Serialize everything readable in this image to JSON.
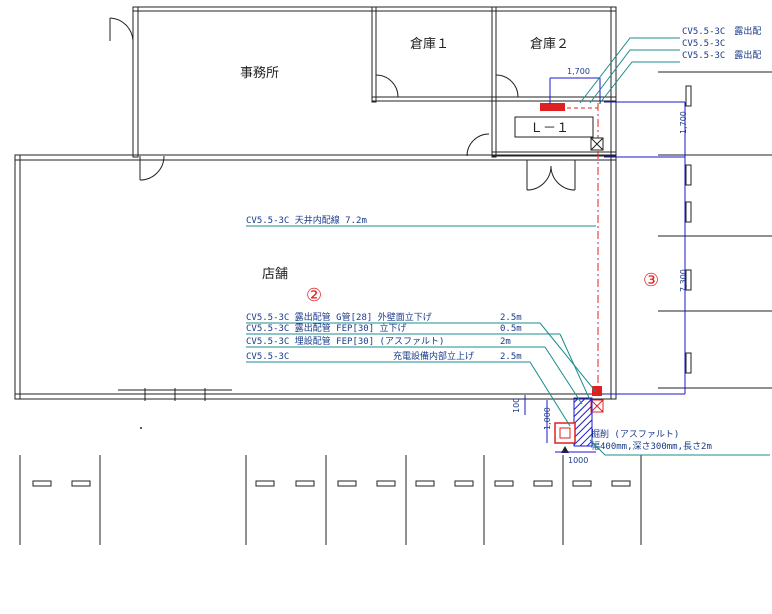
{
  "rooms": {
    "office": "事務所",
    "storage1": "倉庫１",
    "storage2": "倉庫２",
    "shop": "店舗",
    "panel": "Ｌ－１"
  },
  "markers": {
    "two": "②",
    "three": "③"
  },
  "top_legend": [
    "CV5.5-3C　露出配",
    "CV5.5-3C",
    "CV5.5-3C　露出配"
  ],
  "ceiling_run": "CV5.5-3C 天井内配線 7.2m",
  "cable_runs": [
    {
      "label": "CV5.5-3C 露出配管 G管[28] 外壁面立下げ",
      "length": "2.5m"
    },
    {
      "label": "CV5.5-3C 露出配管 FEP[30] 立下げ",
      "length": "0.5m"
    },
    {
      "label": "CV5.5-3C 埋設配管 FEP[30] (アスファルト)",
      "length": "2m"
    },
    {
      "label": "CV5.5-3C",
      "extra": "充電設備内部立上げ",
      "length": "2.5m"
    }
  ],
  "excavation": [
    "掘削 (アスファルト)",
    "幅400mm,深さ300mm,長さ2m"
  ],
  "dimensions": {
    "top": "1,700",
    "right_small": "1,700",
    "right_big": "7,300",
    "left_100": "100",
    "left_1000": "1,000",
    "bottom_1000": "1000"
  }
}
